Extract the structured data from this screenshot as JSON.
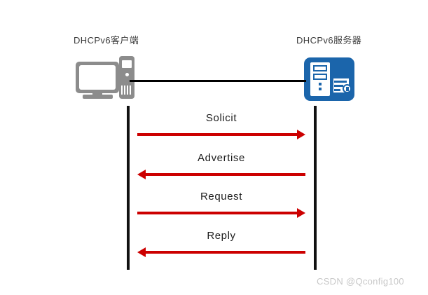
{
  "diagram": {
    "type": "sequence",
    "title": "DHCPv6 four-message exchange",
    "background": "#ffffff",
    "accent_red": "#cc0000",
    "accent_blue": "#1b65ab",
    "icon_gray": "#8c8c8c"
  },
  "nodes": [
    {
      "id": "client",
      "label": "DHCPv6客户端",
      "icon": "desktop-computer-icon",
      "color": "#8c8c8c"
    },
    {
      "id": "server",
      "label": "DHCPv6服务器",
      "icon": "server-rack-icon",
      "color": "#1b65ab"
    }
  ],
  "messages": [
    {
      "label": "Solicit",
      "direction": "right",
      "from": "client",
      "to": "server",
      "color": "#cc0000"
    },
    {
      "label": "Advertise",
      "direction": "left",
      "from": "server",
      "to": "client",
      "color": "#cc0000"
    },
    {
      "label": "Request",
      "direction": "right",
      "from": "client",
      "to": "server",
      "color": "#cc0000"
    },
    {
      "label": "Reply",
      "direction": "left",
      "from": "server",
      "to": "client",
      "color": "#cc0000"
    }
  ],
  "watermark": {
    "text": "CSDN @Qconfig100",
    "color": "#c8c8c8"
  }
}
